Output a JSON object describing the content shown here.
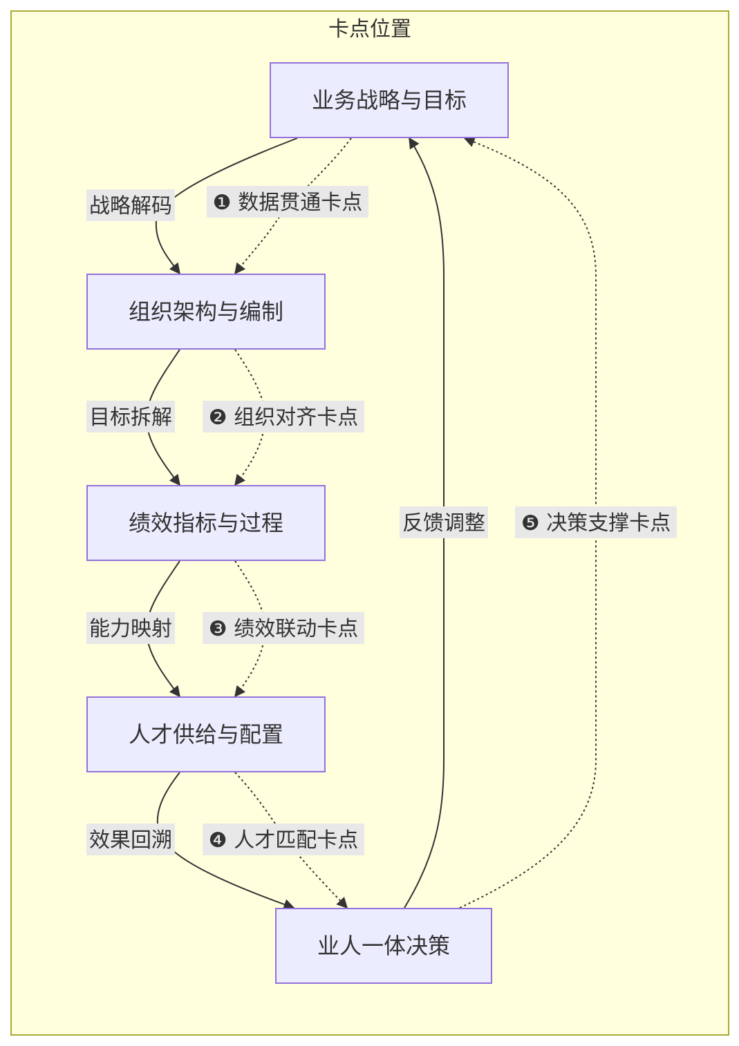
{
  "cluster": {
    "title": "卡点位置",
    "fill": "#ffffde",
    "stroke": "#aaaa33"
  },
  "nodes": {
    "strategy": "业务战略与目标",
    "org": "组织架构与编制",
    "perf": "绩效指标与过程",
    "talent": "人才供给与配置",
    "decision": "业人一体决策"
  },
  "node_style": {
    "fill": "#ececff",
    "stroke": "#9370db"
  },
  "edge_labels": {
    "decode": "战略解码",
    "data_block": "❶ 数据贯通卡点",
    "target_split": "目标拆解",
    "org_block": "❷ 组织对齐卡点",
    "capability": "能力映射",
    "perf_block": "❸ 绩效联动卡点",
    "review": "效果回溯",
    "talent_block": "❹ 人才匹配卡点",
    "feedback": "反馈调整",
    "decision_block": "❺ 决策支撑卡点"
  },
  "label_bg": "#e8e8e8",
  "edge_color": "#333333"
}
